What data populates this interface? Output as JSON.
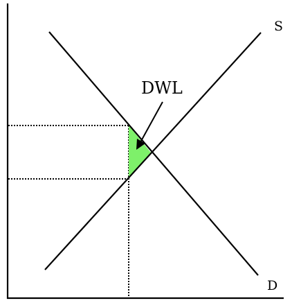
{
  "diagram": {
    "labels": {
      "supply": "S",
      "demand": "D",
      "deadweight_loss": "DWL"
    },
    "colors": {
      "line": "#000000",
      "dwl_fill": "#7ef06a"
    }
  }
}
